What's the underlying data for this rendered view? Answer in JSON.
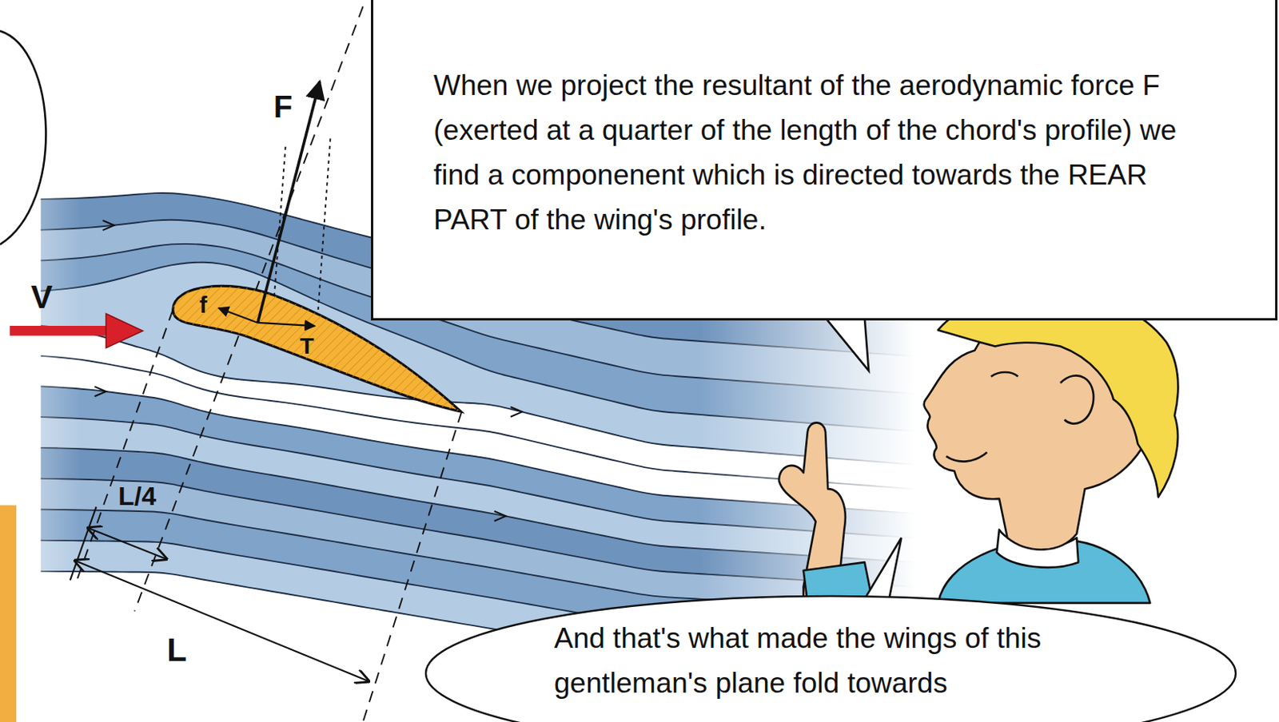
{
  "diagram": {
    "nodes": [
      {
        "text": [
          "When we project the resultant of the aerodynamic force F (exerted at a quarter of the length of the chord's profile) we find a componenent which is directed towards the REAR PART of the wing's profile."
        ]
      },
      {
        "text": [
          "And that's what made the wings of this gentleman's plane fold towards"
        ]
      }
    ],
    "labels": [
      "F",
      "V",
      "f",
      "T",
      "L/4",
      "L"
    ]
  }
}
